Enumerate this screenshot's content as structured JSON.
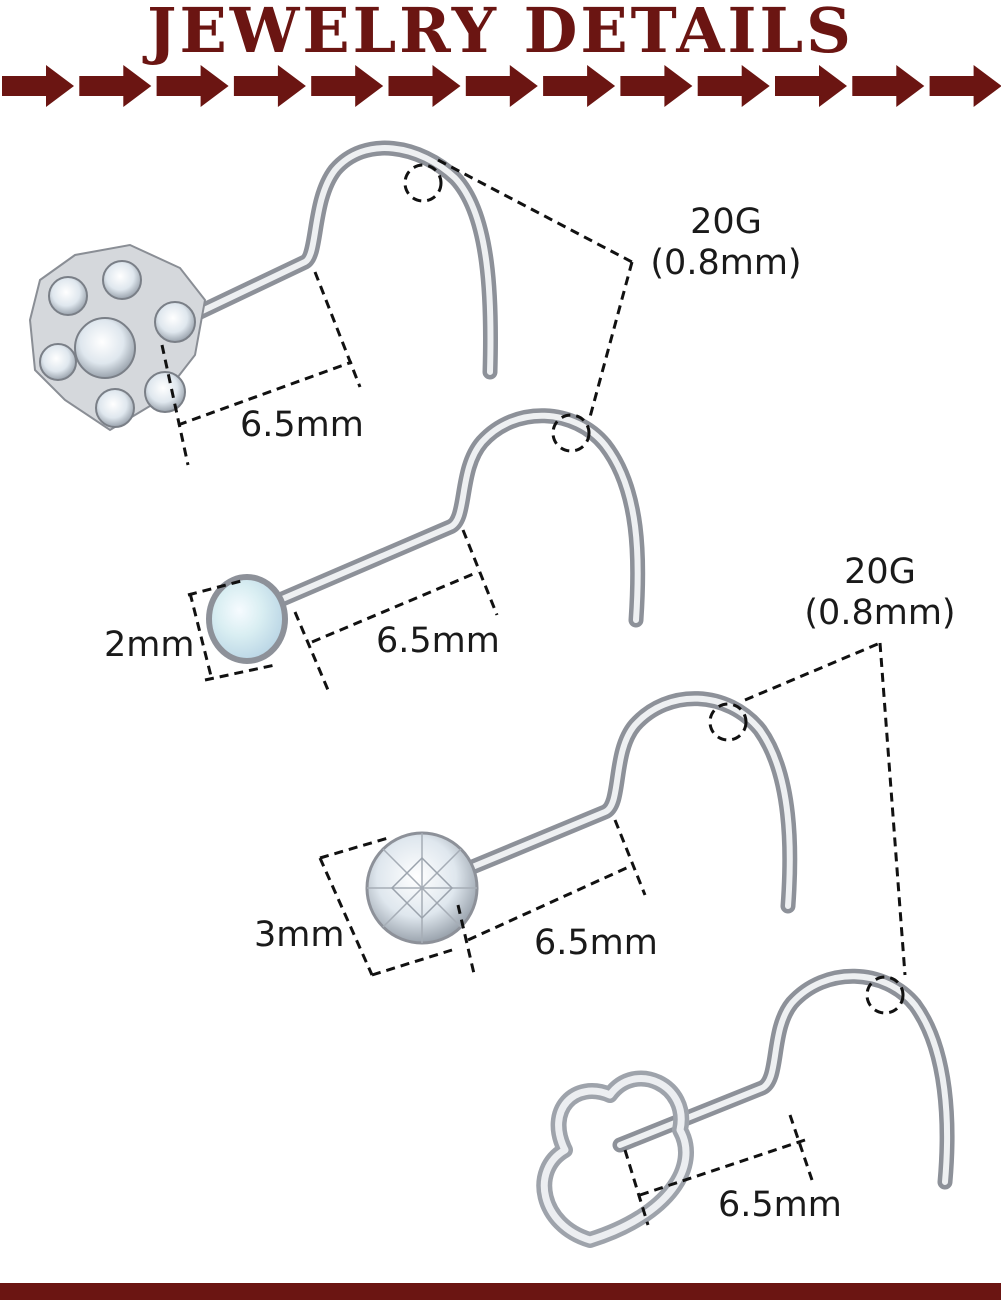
{
  "header": {
    "title": "JEWELRY DETAILS"
  },
  "colors": {
    "brand": "#6b1512",
    "metal": "#c9ccd2",
    "dim_line": "#111111"
  },
  "items": [
    {
      "name": "flower-crystal-nose-screw",
      "gauge": "20G",
      "gauge_mm": "(0.8mm)",
      "length": "6.5mm"
    },
    {
      "name": "opal-nose-screw",
      "stone_size": "2mm",
      "length": "6.5mm"
    },
    {
      "name": "clear-crystal-nose-screw",
      "gauge": "20G",
      "gauge_mm": "(0.8mm)",
      "stone_size": "3mm",
      "length": "6.5mm"
    },
    {
      "name": "heart-nose-screw",
      "length": "6.5mm"
    }
  ]
}
